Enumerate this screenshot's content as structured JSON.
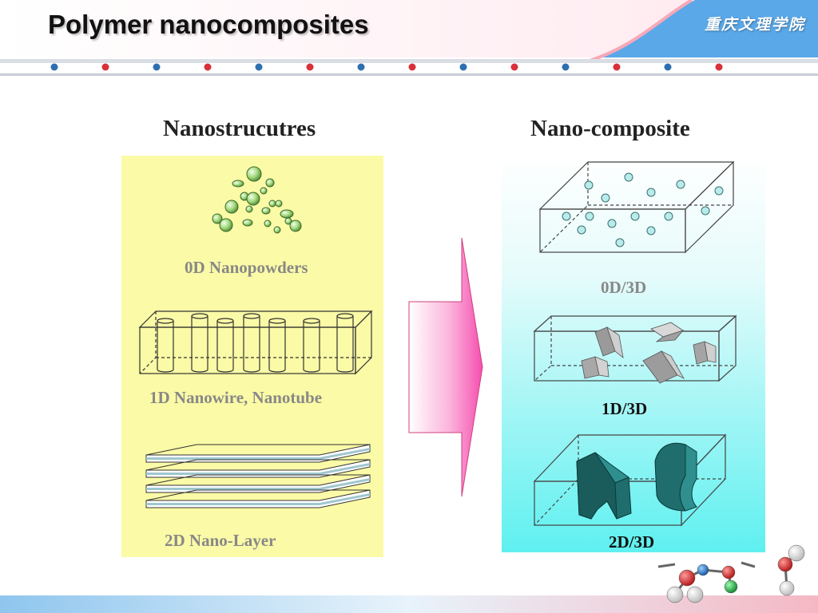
{
  "slide": {
    "title": "Polymer nanocomposites",
    "school": "重庆文理学院"
  },
  "left_panel": {
    "heading": "Nanostrucutres",
    "items": [
      {
        "label": "0D Nanopowders"
      },
      {
        "label": "1D Nanowire, Nanotube"
      },
      {
        "label": "2D Nano-Layer"
      }
    ]
  },
  "right_panel": {
    "heading": "Nano-composite",
    "items": [
      {
        "label": "0D/3D"
      },
      {
        "label": "1D/3D"
      },
      {
        "label": "2D/3D"
      }
    ]
  },
  "colors": {
    "left_panel_bg": "#fbfaa6",
    "right_panel_top": "#ffffff",
    "right_panel_bottom": "#5ff0f0",
    "arrow_pink": "#f54fb0",
    "particle_green": "#a3d97a",
    "layer_blue": "#9fc7cf",
    "fiber_gray": "#9a9a9a",
    "sheet_teal": "#1f6d6d",
    "header_blue": "#5aa8e8",
    "dot_red": "#d9303a",
    "dot_blue": "#2f6fb0"
  }
}
